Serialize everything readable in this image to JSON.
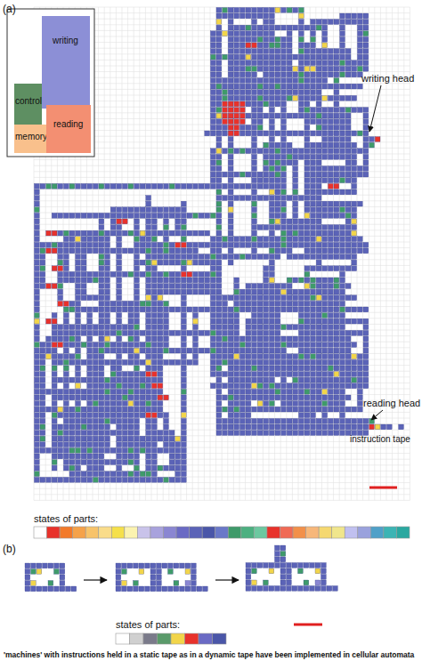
{
  "diagram": {
    "caption": "'machines' with instructions held in a static tape as in a dynamic tape have been implemented in cellular automata",
    "nodes": [
      {
        "text": [
          "writing"
        ]
      },
      {
        "text": [
          "control"
        ]
      },
      {
        "text": [
          "memory"
        ]
      },
      {
        "text": [
          "reading"
        ]
      }
    ],
    "labels": [
      "(a)",
      "writing head",
      "reading head",
      "instruction tape",
      "states of parts:",
      "(b)",
      "states of parts:"
    ]
  }
}
